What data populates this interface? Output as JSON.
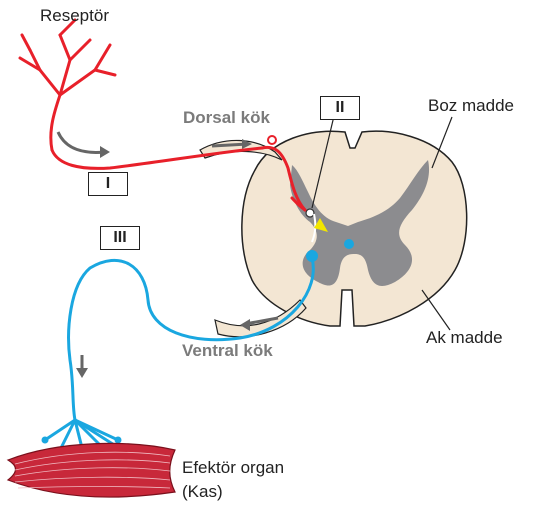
{
  "labels": {
    "receptor": "Reseptör",
    "dorsal_root": "Dorsal kök",
    "ventral_root": "Ventral kök",
    "gray_matter": "Boz madde",
    "white_matter": "Ak madde",
    "effector_line1": "Efektör organ",
    "effector_line2": "(Kas)"
  },
  "markers": {
    "sensory": "I",
    "interneuron": "II",
    "motor": "III"
  },
  "colors": {
    "sensory_neuron": "#e8202a",
    "motor_neuron": "#1aa7e0",
    "interneuron_arrow": "#f2e600",
    "gray_matter": "#8c8c8f",
    "white_matter": "#f3e6d3",
    "muscle": "#c8283a",
    "flow_arrow": "#666666"
  }
}
